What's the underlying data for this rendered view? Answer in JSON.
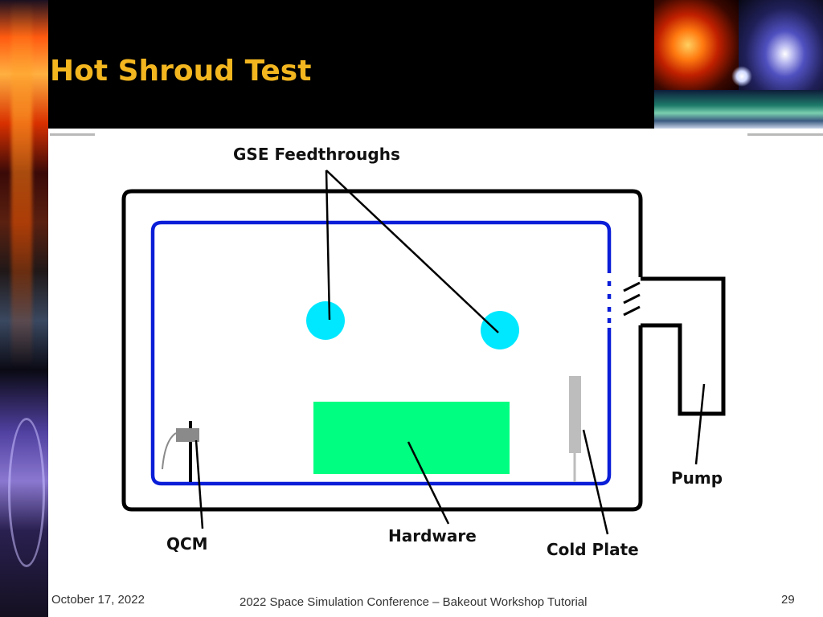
{
  "slide": {
    "title": "Hot Shroud Test"
  },
  "diagram": {
    "labels": {
      "feedthroughs": "GSE Feedthroughs",
      "pump": "Pump",
      "qcm": "QCM",
      "hardware": "Hardware",
      "cold_plate": "Cold Plate"
    },
    "colors": {
      "chamber_wall": "#000000",
      "shroud": "#0a1ed8",
      "feedthrough": "#00e8ff",
      "hardware": "#00ff80",
      "cold_plate": "#bdbdbd",
      "qcm_head": "#8a8a8a"
    }
  },
  "footer": {
    "date": "October 17, 2022",
    "conference": "2022 Space Simulation Conference – Bakeout Workshop Tutorial",
    "page_number": "29"
  },
  "theme": {
    "title_color": "#f3b61f",
    "header_background": "#000000"
  }
}
